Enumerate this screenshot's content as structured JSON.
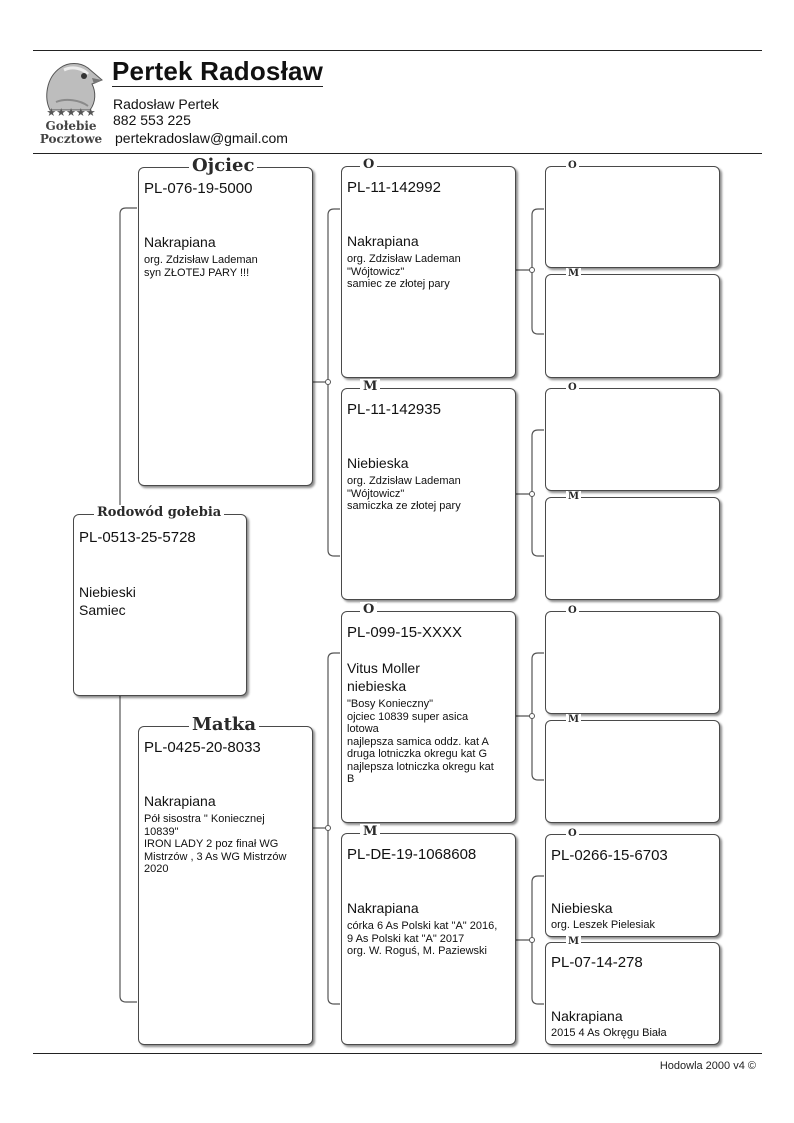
{
  "logo": {
    "line1": "Gołebie",
    "line2": "Pocztowe",
    "stars": "★★★★★"
  },
  "owner": {
    "title": "Pertek Radosław",
    "name": "Radosław Pertek",
    "phone": "882 553 225",
    "email": "pertekradoslaw@gmail.com"
  },
  "pigeon": {
    "label": "Rodowód gołebia",
    "ring": "PL-0513-25-5728",
    "color": "Niebieski",
    "sex": "Samiec"
  },
  "father": {
    "label": "Ojciec",
    "ring": "PL-076-19-5000",
    "color": "Nakrapiana",
    "note": "org. Zdzisław Lademan\nsyn ZŁOTEJ PARY !!!"
  },
  "mother": {
    "label": "Matka",
    "ring": "PL-0425-20-8033",
    "color": "Nakrapiana",
    "note": "Pół sisostra \" Koniecznej\n10839\"\nIRON LADY 2 poz finał WG\nMistrzów , 3 As WG Mistrzów\n2020"
  },
  "ff": {
    "label": "O",
    "ring": "PL-11-142992",
    "color": "Nakrapiana",
    "note": "org. Zdzisław Lademan\n\"Wójtowicz\"\nsamiec ze złotej pary"
  },
  "fm": {
    "label": "M",
    "ring": "PL-11-142935",
    "color": "Niebieska",
    "note": "org. Zdzisław Lademan\n\"Wójtowicz\"\nsamiczka ze złotej pary"
  },
  "mf": {
    "label": "O",
    "ring": "PL-099-15-XXXX",
    "color": "Vitus Moller",
    "color2": "niebieska",
    "note": "\"Bosy Konieczny\"\nojciec 10839 super asica\nlotowa\nnajlepsza samica oddz. kat A\ndruga lotniczka okregu kat G\nnajlepsza lotniczka okregu kat\nB"
  },
  "mm": {
    "label": "M",
    "ring": "PL-DE-19-1068608",
    "color": "Nakrapiana",
    "note": "córka 6 As Polski kat \"A\" 2016,\n9 As Polski kat \"A\" 2017\norg. W. Roguś, M. Paziewski"
  },
  "g3": [
    {
      "label": "O"
    },
    {
      "label": "M"
    },
    {
      "label": "O"
    },
    {
      "label": "M"
    },
    {
      "label": "O"
    },
    {
      "label": "M"
    },
    {
      "label": "O",
      "ring": "PL-0266-15-6703",
      "color": "Niebieska",
      "note": "org. Leszek Pielesiak"
    },
    {
      "label": "M",
      "ring": "PL-07-14-278",
      "color": "Nakrapiana",
      "note": "2015 4 As Okręgu Biała"
    }
  ],
  "footer": "Hodowla 2000 v4 ©"
}
